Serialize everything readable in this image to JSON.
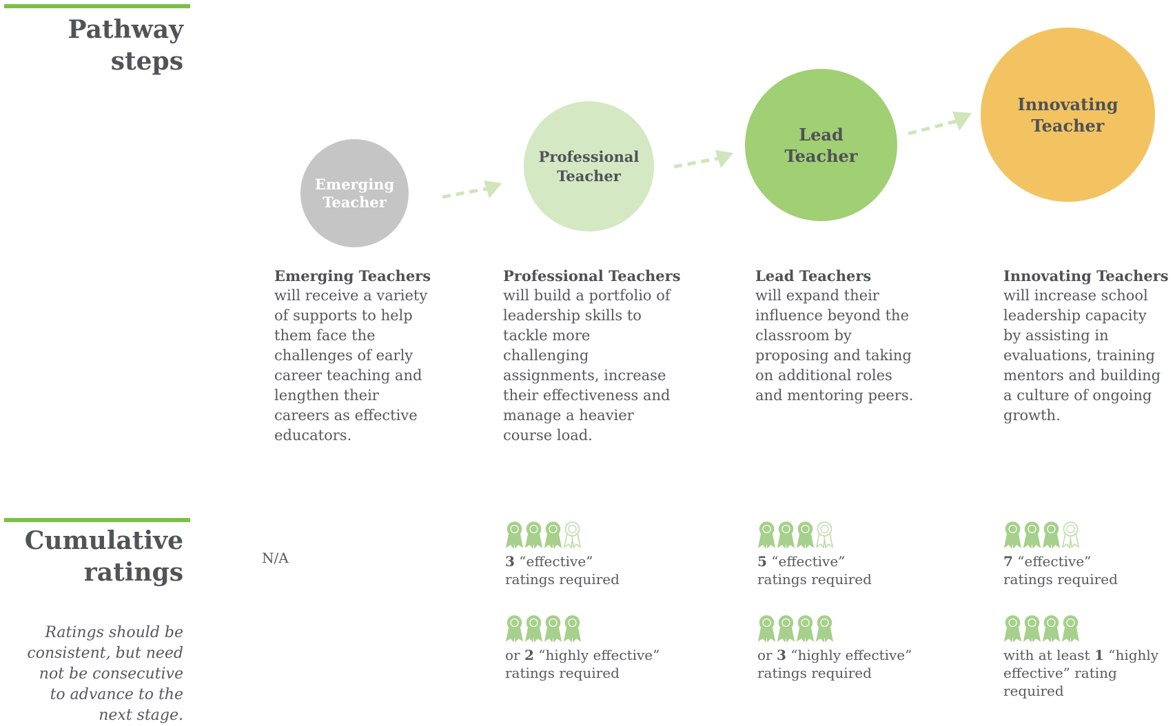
{
  "colors": {
    "accent": "#7cc045",
    "emerging": "#c6c5c5",
    "professional": "#d4e8c3",
    "lead": "#a1cf74",
    "innovating": "#f3c361",
    "arrow": "#cfe5bc",
    "ribbon_filled": "#a6d08b",
    "ribbon_outline": "#b9dba3"
  },
  "sections": {
    "pathway_title": [
      "Pathway",
      "steps"
    ],
    "ratings_title": [
      "Cumulative",
      "ratings"
    ],
    "ratings_note": [
      "Ratings should be",
      "consistent, but need",
      "not be consecutive",
      "to advance to the",
      "next stage."
    ]
  },
  "steps": [
    {
      "circle_label": [
        "Emerging",
        "Teacher"
      ],
      "desc_title": "Emerging Teachers",
      "desc_lines": [
        "will receive a variety",
        "of supports to help",
        "them face the",
        "challenges of early",
        "career teaching and",
        "lengthen their",
        "careers as effective",
        "educators."
      ]
    },
    {
      "circle_label": [
        "Professional",
        "Teacher"
      ],
      "desc_title": "Professional Teachers",
      "desc_lines": [
        "will build a portfolio of",
        "leadership skills to",
        "tackle more",
        "challenging",
        "assignments, increase",
        "their effectiveness and",
        "manage a heavier",
        "course load."
      ]
    },
    {
      "circle_label": [
        "Lead",
        "Teacher"
      ],
      "desc_title": "Lead Teachers",
      "desc_lines": [
        "will expand their",
        "influence beyond the",
        "classroom by",
        "proposing and taking",
        "on additional roles",
        "and mentoring peers."
      ]
    },
    {
      "circle_label": [
        "Innovating",
        "Teacher"
      ],
      "desc_title": "Innovating Teachers",
      "desc_lines": [
        "will increase school",
        "leadership capacity",
        "by assisting in",
        "evaluations, training",
        "mentors and building",
        "a culture of ongoing",
        "growth."
      ]
    }
  ],
  "ratings": {
    "emerging": "N/A",
    "professional": {
      "a": {
        "icons_filled": 3,
        "icons_total": 4,
        "pre": "",
        "num": "3",
        "line1": " “effective”",
        "line2": "ratings required"
      },
      "b": {
        "icons_filled": 4,
        "icons_total": 4,
        "pre": "or ",
        "num": "2",
        "line1": " “highly effective”",
        "line2": "ratings required"
      }
    },
    "lead": {
      "a": {
        "icons_filled": 3,
        "icons_total": 4,
        "pre": "",
        "num": "5",
        "line1": " “effective”",
        "line2": "ratings required"
      },
      "b": {
        "icons_filled": 4,
        "icons_total": 4,
        "pre": "or ",
        "num": "3",
        "line1": " “highly effective”",
        "line2": "ratings required"
      }
    },
    "innovating": {
      "a": {
        "icons_filled": 3,
        "icons_total": 4,
        "pre": "",
        "num": "7",
        "line1": " “effective”",
        "line2": "ratings required"
      },
      "b": {
        "icons_filled": 4,
        "icons_total": 4,
        "pre": "with at least ",
        "num": "1",
        "line1": " “highly",
        "line2": "effective” rating required"
      }
    }
  }
}
